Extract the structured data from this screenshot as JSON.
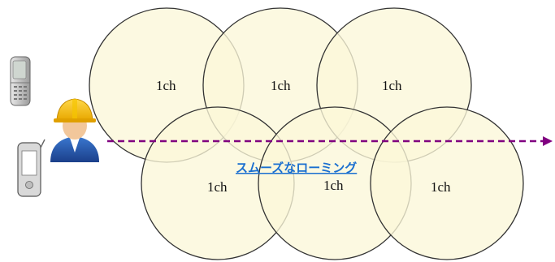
{
  "diagram": {
    "cells": [
      {
        "id": "cell-top-1",
        "label": "1ch"
      },
      {
        "id": "cell-top-2",
        "label": "1ch"
      },
      {
        "id": "cell-top-3",
        "label": "1ch"
      },
      {
        "id": "cell-bottom-1",
        "label": "1ch"
      },
      {
        "id": "cell-bottom-2",
        "label": "1ch"
      },
      {
        "id": "cell-bottom-3",
        "label": "1ch"
      }
    ],
    "roaming_label": "スムーズなローミング",
    "colors": {
      "cell_fill": "#fbf7d9",
      "cell_overlap": "#f4efc0",
      "cell_stroke": "#333333",
      "path_arrow": "#800080",
      "roaming_text": "#1a6fd0"
    },
    "icons": [
      "mobile-phone-icon",
      "worker-hardhat-icon",
      "pda-icon"
    ]
  }
}
